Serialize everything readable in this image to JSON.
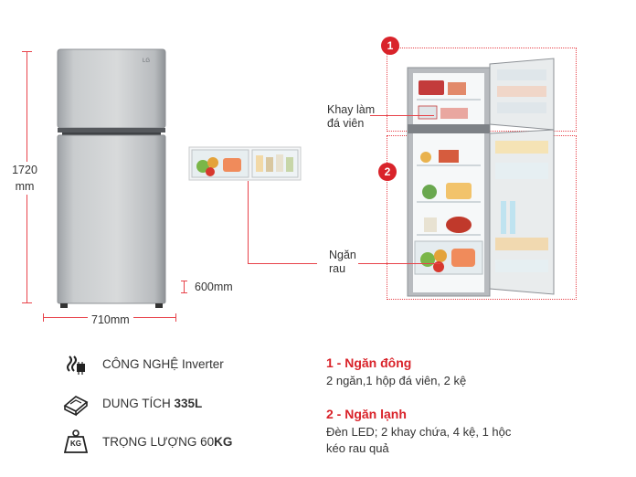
{
  "dimensions": {
    "height_value": "1720",
    "height_unit": "mm",
    "width": "710mm",
    "depth": "600mm"
  },
  "callouts": {
    "ice_tray_line1": "Khay làm",
    "ice_tray_line2": "đá viên",
    "crisper_line1": "Ngăn",
    "crisper_line2": "rau"
  },
  "badges": {
    "freezer": "1",
    "fridge": "2"
  },
  "features": [
    {
      "icon": "inverter-chip-icon",
      "label": "CÔNG NGHỆ Inverter"
    },
    {
      "icon": "capacity-icon",
      "label_prefix": "DUNG TÍCH ",
      "label_strong": "335L"
    },
    {
      "icon": "weight-icon",
      "icon_text": "KG",
      "label_prefix": "TRỌNG LƯỢNG 60",
      "label_strong": "KG"
    }
  ],
  "sections": {
    "freezer": {
      "title": "1 - Ngăn đông",
      "desc": "2 ngăn,1 hộp đá viên, 2 kệ"
    },
    "fridge": {
      "title": "2 - Ngăn lạnh",
      "desc_line1": "Đèn LED; 2 khay chứa, 4 kệ, 1 hộc",
      "desc_line2": "kéo rau quả"
    }
  },
  "colors": {
    "accent": "#d9232a",
    "dim_line": "#e8434a",
    "steel": "#b9bcbf"
  }
}
